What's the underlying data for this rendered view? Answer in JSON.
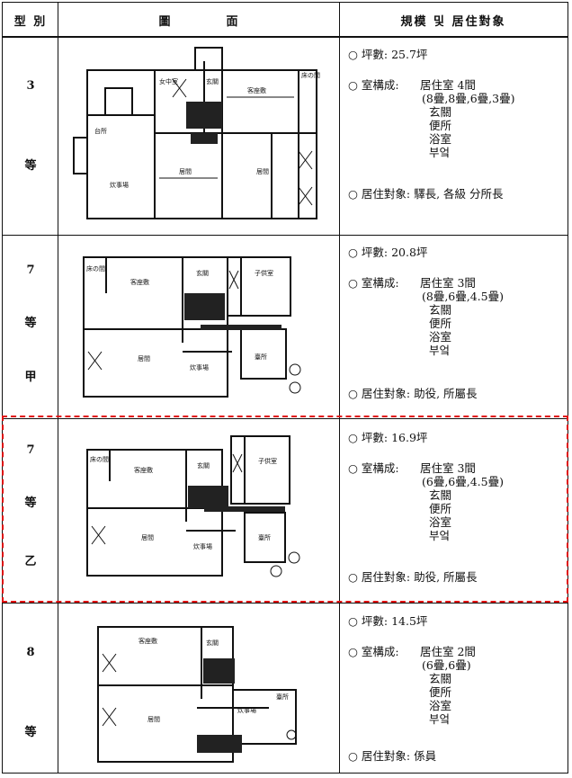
{
  "header": {
    "type": "型 別",
    "plan": "圖　　　　面",
    "scale": "規模 및 居住對象"
  },
  "rows": [
    {
      "grade": [
        "3",
        "等"
      ],
      "area": "○ 坪數: 25.7坪",
      "rooms_label": "○ 室構成:",
      "rooms": [
        "居住室 4間",
        "(8疊,8疊,6疊,3疊)",
        "玄關",
        "便所",
        "浴室",
        "부엌"
      ],
      "occupants": "○ 居住對象: 驛長, 各級 分所長",
      "plan_labels": {
        "a": "女中室",
        "b": "玄關",
        "c": "客座敷",
        "d": "居間",
        "e": "居間",
        "f": "台所",
        "g": "炊事場",
        "h": "床の間"
      }
    },
    {
      "grade": [
        "7",
        "等",
        "甲"
      ],
      "area": "○ 坪數: 20.8坪",
      "rooms_label": "○ 室構成:",
      "rooms": [
        "居住室 3間",
        "(8疊,6疊,4.5疊)",
        "玄關",
        "便所",
        "浴室",
        "부엌"
      ],
      "occupants": "○ 居住對象: 助役, 所屬長",
      "plan_labels": {
        "a": "床の間",
        "b": "客座敷",
        "c": "玄關",
        "d": "子供室",
        "e": "居間",
        "f": "炊事場",
        "g": "臺所"
      }
    },
    {
      "grade": [
        "7",
        "等",
        "乙"
      ],
      "area": "○ 坪數: 16.9坪",
      "rooms_label": "○ 室構成:",
      "rooms": [
        "居住室 3間",
        "(6疊,6疊,4.5疊)",
        "玄關",
        "便所",
        "浴室",
        "부엌"
      ],
      "occupants": "○ 居住對象: 助役, 所屬長",
      "plan_labels": {
        "a": "床の間",
        "b": "客座敷",
        "c": "玄關",
        "d": "子供室",
        "e": "居間",
        "f": "炊事場",
        "g": "臺所"
      }
    },
    {
      "grade": [
        "8",
        "等"
      ],
      "area": "○ 坪數: 14.5坪",
      "rooms_label": "○ 室構成:",
      "rooms": [
        "居住室 2間",
        "(6疊,6疊)",
        "玄關",
        "便所",
        "浴室",
        "부엌"
      ],
      "occupants": "○ 居住對象: 係員",
      "plan_labels": {
        "a": "客座敷",
        "b": "玄關",
        "c": "居間",
        "d": "炊事場",
        "e": "臺所"
      }
    }
  ]
}
